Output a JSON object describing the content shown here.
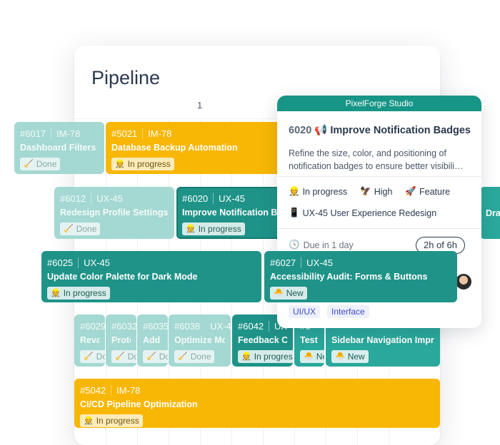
{
  "board": {
    "title": "Pipeline",
    "column_label": "1"
  },
  "cards": [
    {
      "id": "#6017",
      "project": "IM-78",
      "title": "Dashboard Filters Pr",
      "status": "Done",
      "status_icon": "broom-icon"
    },
    {
      "id": "#5021",
      "project": "IM-78",
      "title": "Database Backup Automation",
      "status": "In progress",
      "status_icon": "worker-icon"
    },
    {
      "id": "#6012",
      "project": "UX-45",
      "title": "Redesign Profile Settings Pa",
      "status": "Done",
      "status_icon": "broom-icon"
    },
    {
      "id": "#6020",
      "project": "UX-45",
      "title": "Improve Notification Ba",
      "status": "In progress",
      "status_icon": "worker-icon"
    },
    {
      "id": "",
      "project": "",
      "title": "Draw",
      "status": "",
      "status_icon": ""
    },
    {
      "id": "#6025",
      "project": "UX-45",
      "title": "Update Color Palette for Dark Mode",
      "status": "In progress",
      "status_icon": "worker-icon"
    },
    {
      "id": "#6027",
      "project": "UX-45",
      "title": "Accessibility Audit: Forms & Buttons",
      "status": "New",
      "status_icon": "hatching-icon"
    },
    {
      "id": "#6029",
      "project": "",
      "title": "Revan",
      "status": "Do",
      "status_icon": "broom-icon"
    },
    {
      "id": "#6032",
      "project": "",
      "title": "Proto",
      "status": "Do",
      "status_icon": "broom-icon"
    },
    {
      "id": "#6035",
      "project": "",
      "title": "Add H",
      "status": "Do",
      "status_icon": "broom-icon"
    },
    {
      "id": "#6038",
      "project": "UX-4",
      "title": "Optimize Mob",
      "status": "Done",
      "status_icon": "broom-icon"
    },
    {
      "id": "#6042",
      "project": "UX",
      "title": "Feedback Co",
      "status": "In progres",
      "status_icon": "worker-icon"
    },
    {
      "id": "#6",
      "project": "",
      "title": "Test M",
      "status": "Ne",
      "status_icon": "hatching-icon"
    },
    {
      "id": "",
      "project": "",
      "title": "Sidebar Navigation Improv",
      "status": "New",
      "status_icon": "hatching-icon"
    },
    {
      "id": "#5042",
      "project": "IM-78",
      "title": "CI/CD Pipeline Optimization",
      "status": "In progress",
      "status_icon": "worker-icon"
    }
  ],
  "popup": {
    "workspace": "PixelForge Studio",
    "task_number": "6020",
    "task_icon": "megaphone-icon",
    "task_title": "Improve Notification Badges",
    "description": "Refine the size, color, and positioning of notification badges to ensure better visibili…",
    "status": "In progress",
    "priority": "High",
    "type": "Feature",
    "epic": "UX-45 User Experience Redesign",
    "due": "Due in 1 day",
    "estimate": "2h of 6h",
    "tags": [
      "UI/UX",
      "Interface"
    ]
  },
  "colors": {
    "teal": "#2aa89b",
    "teal_dark": "#1f9388",
    "faded_teal": "#a4d8d2",
    "amber": "#f8b705",
    "header": "#179586",
    "tag_text": "#3c4cc7"
  }
}
